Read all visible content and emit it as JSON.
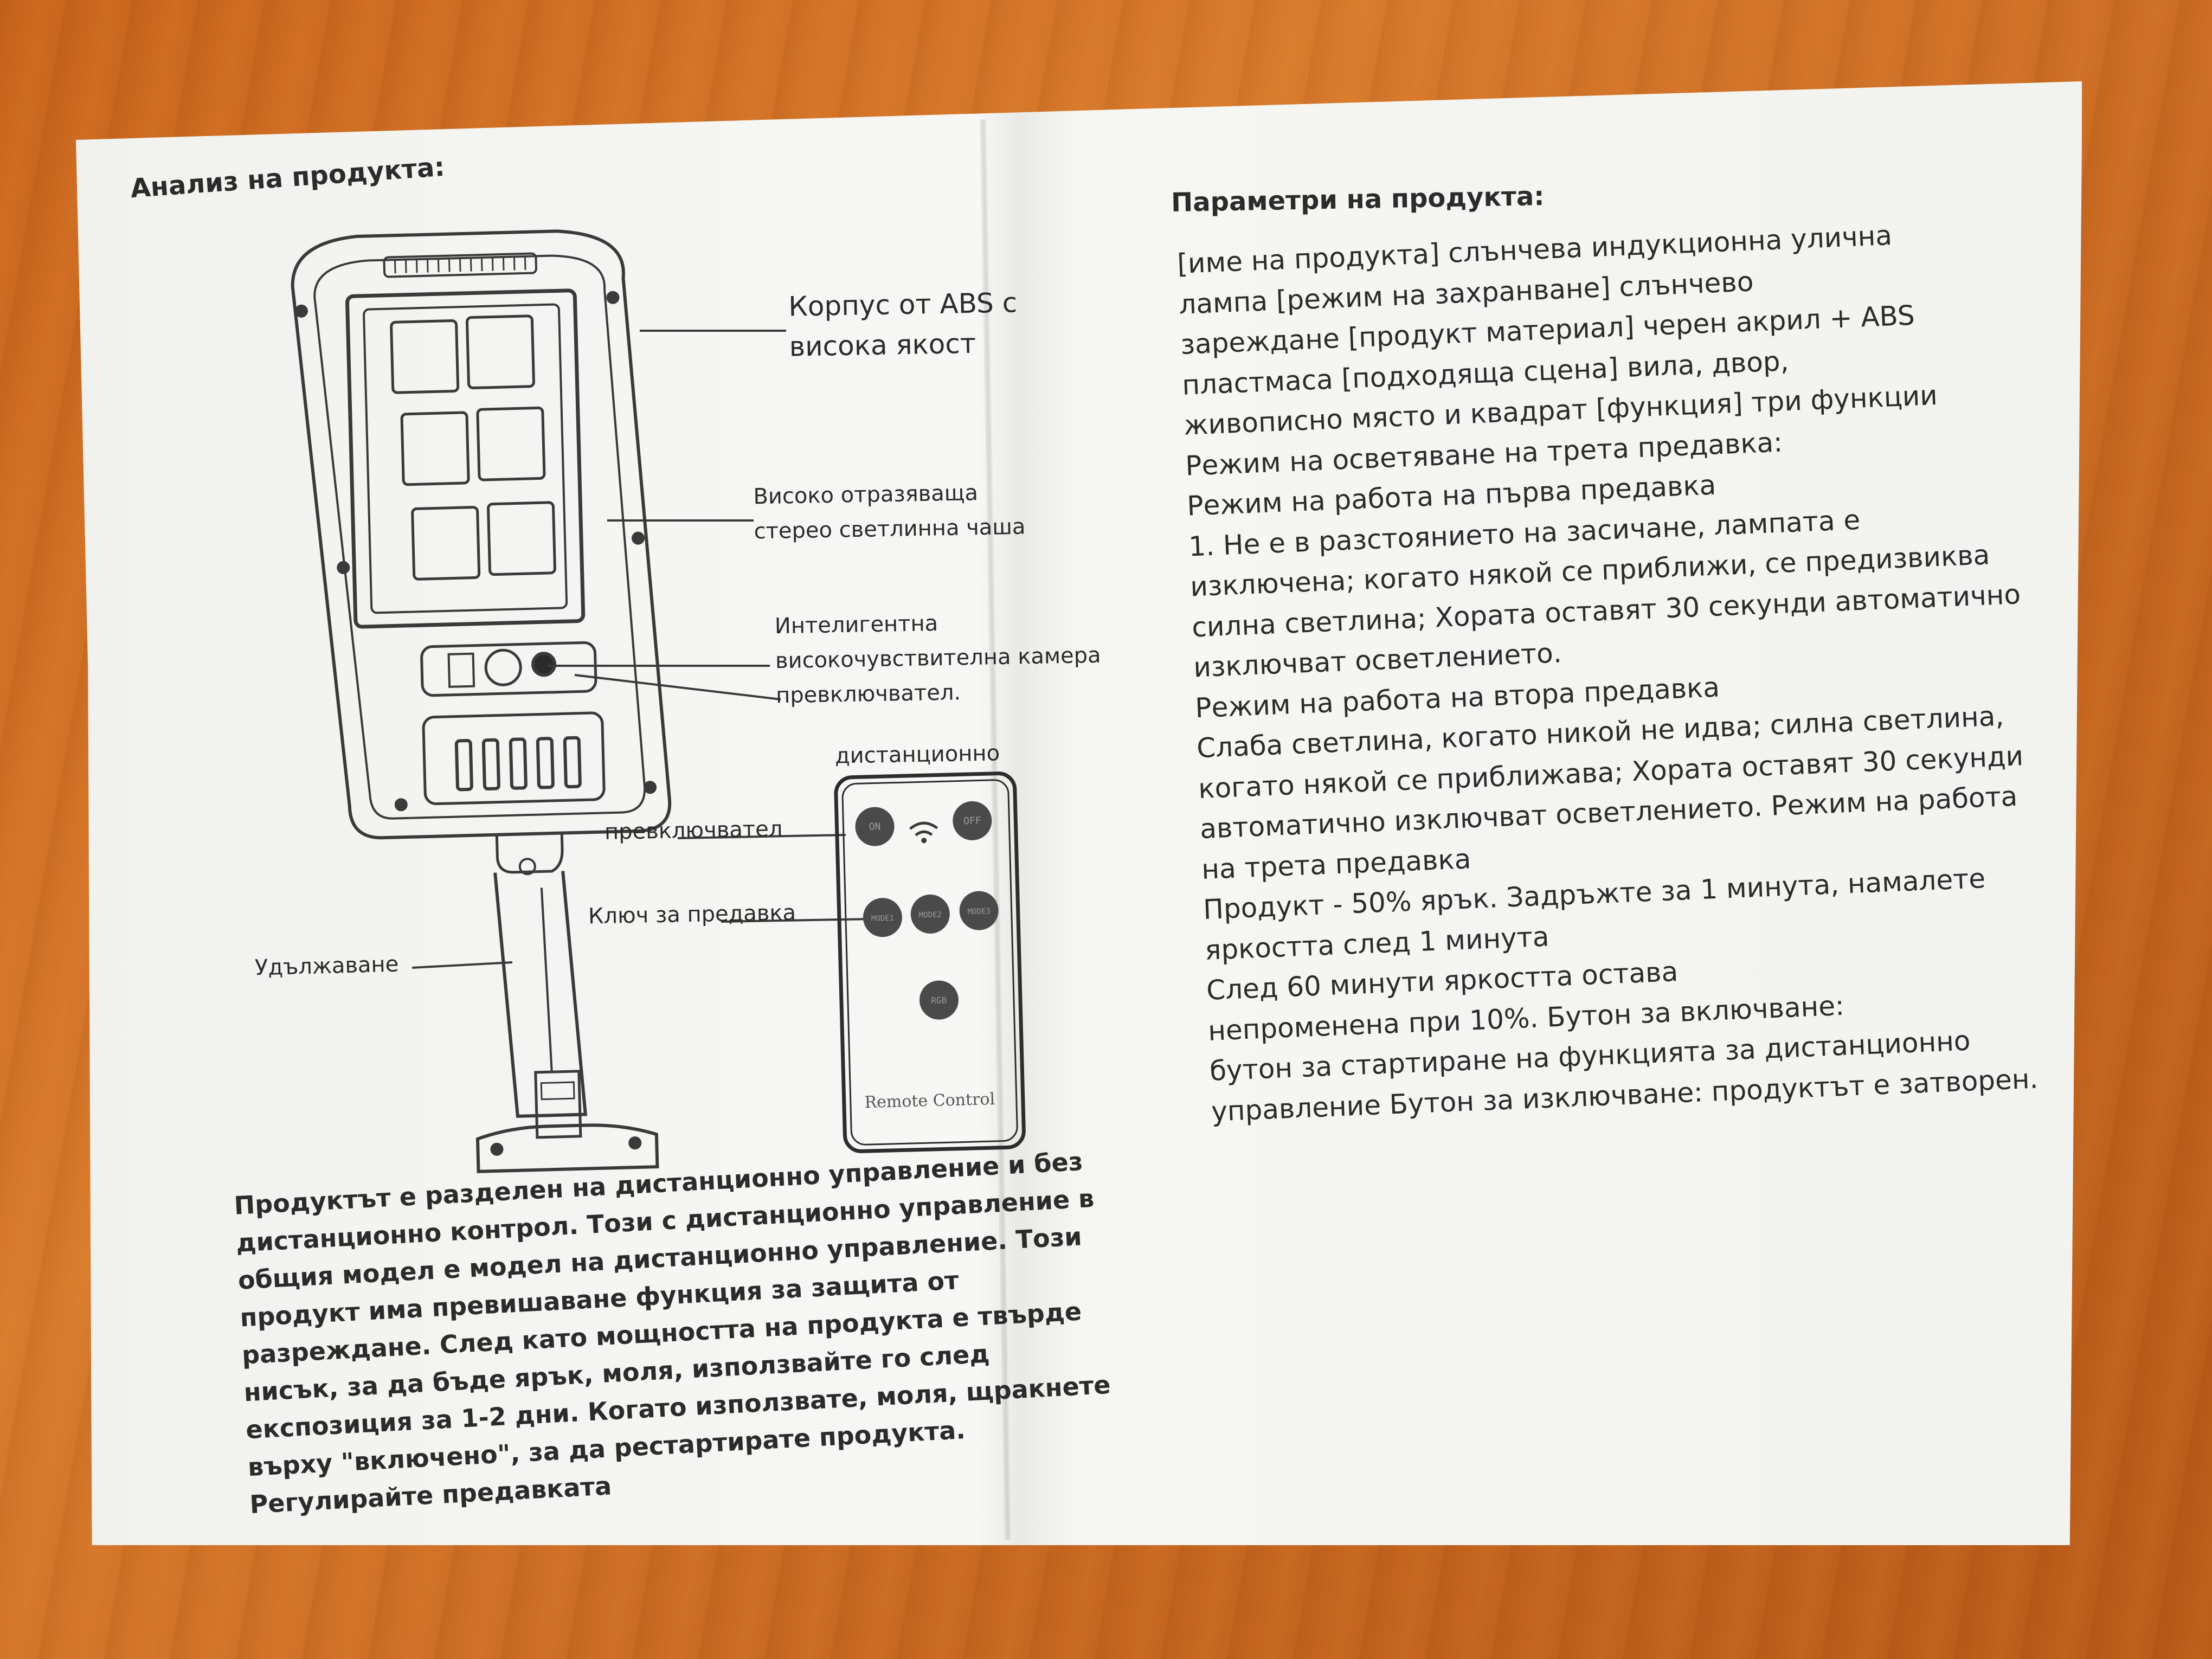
{
  "left": {
    "heading": "Анализ на продукта:",
    "labels": {
      "housing": [
        "Корпус от ABS с",
        "висока якост"
      ],
      "reflector": [
        "Високо отразяваща",
        "стерео светлинна чаша"
      ],
      "sensor": [
        "Интелигентна",
        "високочувствителна камера",
        "превключвател."
      ],
      "remote_title": "дистанционно",
      "remote_switch": "превключвател",
      "mode_key": "Ключ за предавка",
      "extension": "Удължаване"
    },
    "remote": {
      "btn_on": "ON",
      "btn_off": "OFF",
      "btn_mode1": "MODE1",
      "btn_mode2": "MODE2",
      "btn_mode3": "MODE3",
      "btn_bottom": "RGB",
      "caption": "Remote Control"
    },
    "bottom_lines": [
      "Продуктът е разделен на дистанционно управление и без",
      "дистанционно контрол. Този с дистанционно управление в",
      "общия модел е модел на дистанционно управление. Този",
      "продукт има превишаване функция за защита от",
      "разреждане. След като мощността на продукта е твърде",
      "нисък, за да бъде ярък, моля, използвайте го след",
      "експозиция за 1-2 дни. Когато използвате, моля, щракнете",
      "върху \"включено\", за да рестартирате продукта.",
      "Регулирайте предавката"
    ]
  },
  "right": {
    "heading": "Параметри на продукта:",
    "lines": [
      "[име на продукта] слънчева индукционна улична",
      "лампа [режим на захранване] слънчево",
      "зареждане [продукт материал] черен акрил + ABS",
      "пластмаса [подходяща сцена] вила, двор,",
      "живописно място и квадрат [функция] три функции",
      "Режим на осветяване на трета предавка:",
      "Режим на работа на първа предавка",
      "1. Не е в разстоянието на засичане, лампата е",
      "изключена; когато някой се приближи, се предизвиква",
      "силна светлина; Хората оставят 30 секунди автоматично",
      "изключват осветлението.",
      "Режим на работа на втора предавка",
      "Слаба светлина, когато никой не идва; силна светлина,",
      "когато някой се приближава; Хората оставят 30 секунди",
      "автоматично изключват осветлението. Режим на работа",
      "на трета предавка",
      "Продукт - 50% ярък. Задръжте за 1 минута, намалете",
      "яркостта след 1 минута",
      "След 60 минути яркостта остава",
      "непроменена при 10%. Бутон за включване:",
      "бутон за стартиране на функцията за дистанционно",
      "управление Бутон за изключване: продуктът е затворен."
    ]
  }
}
